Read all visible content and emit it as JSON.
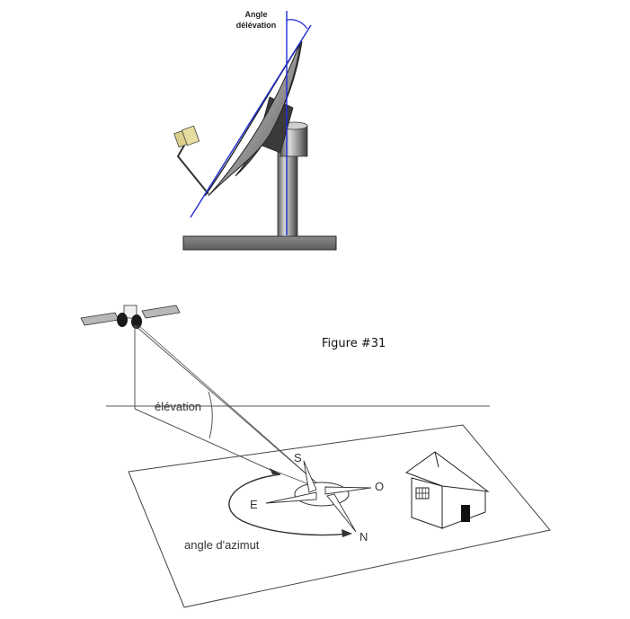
{
  "top_diagram": {
    "label_line1": "Angle",
    "label_line2": "délévation"
  },
  "bottom_diagram": {
    "figure_label": "Figure #31",
    "elevation_label": "élévation",
    "azimuth_label": "angle d'azimut",
    "compass": {
      "south": "S",
      "west": "O",
      "east": "E",
      "north": "N"
    }
  },
  "colors": {
    "blue_line": "#1f2bd1",
    "ground": "#6e6e6e"
  }
}
